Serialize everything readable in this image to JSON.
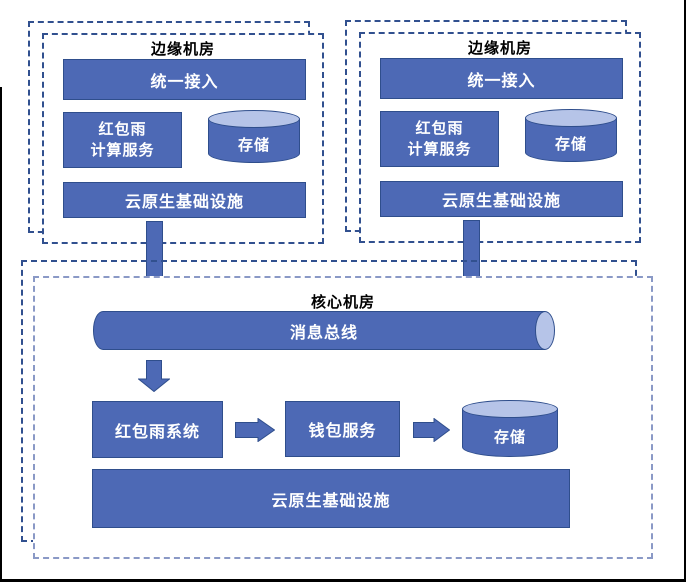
{
  "edge_rooms": [
    {
      "title": "边缘机房",
      "unified_access": "统一接入",
      "compute_line1": "红包雨",
      "compute_line2": "计算服务",
      "storage": "存储",
      "infrastructure": "云原生基础设施"
    },
    {
      "title": "边缘机房",
      "unified_access": "统一接入",
      "compute_line1": "红包雨",
      "compute_line2": "计算服务",
      "storage": "存储",
      "infrastructure": "云原生基础设施"
    }
  ],
  "core_room": {
    "title": "核心机房",
    "message_bus": "消息总线",
    "redpacket_system": "红包雨系统",
    "wallet_service": "钱包服务",
    "storage": "存储",
    "infrastructure": "云原生基础设施"
  },
  "colors": {
    "box_fill": "#4d69b5",
    "box_border": "#2f4e8c",
    "cylinder_cap": "#b6c4e8",
    "dashed_border_dark": "#31508f",
    "dashed_border_light": "#8a99c6",
    "title_text": "#000000",
    "label_text": "#ffffff",
    "frame": "#000000"
  }
}
